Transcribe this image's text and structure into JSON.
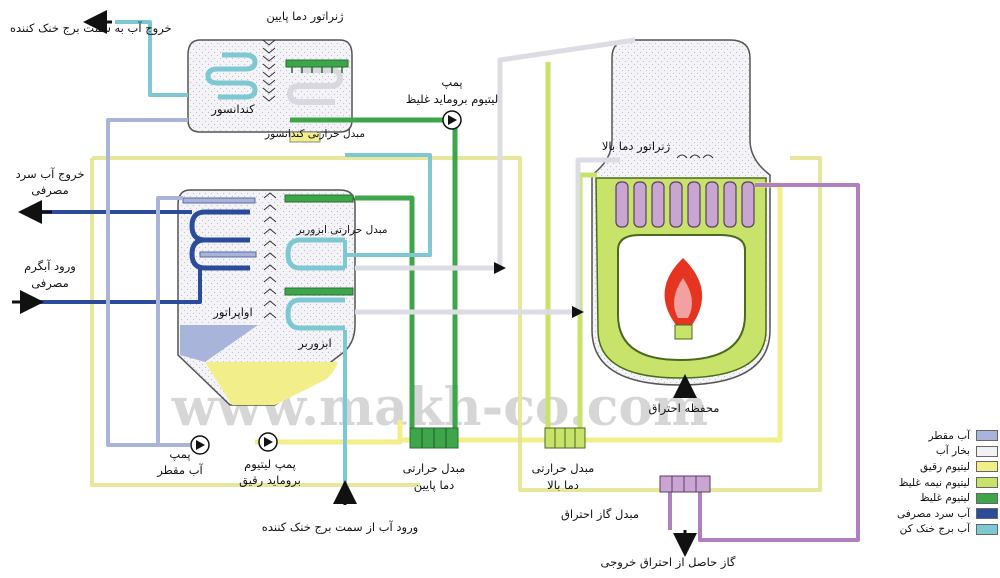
{
  "colors": {
    "condensate": "#a9b4db",
    "vapor": "#e8e8ee",
    "weak_libr": "#f2ef8a",
    "medium_libr": "#c7e36a",
    "strong_libr": "#3ea64a",
    "chilled_water": "#2c4b9a",
    "cooling_water": "#7ec8d4",
    "exhaust_gas": "#b07fc0",
    "flame_red": "#e53420",
    "vessel_outline": "#555555"
  },
  "labels": {
    "cooling_out": "خروج آب به سمت برج خنک کننده",
    "low_gen": "ژنراتور دما پایین",
    "pump_strong_1": "پمپ",
    "pump_strong_2": "لیتیوم برومايد غلیظ",
    "condenser": "کندانسور",
    "cond_hx": "مبدل حرارتی کندانسور",
    "high_gen": "ژنراتور دما بالا",
    "chilled_out_1": "خروج آب سرد",
    "chilled_out_2": "مصرفی",
    "hot_in_1": "ورود آبگرم",
    "hot_in_2": "مصرفی",
    "absorber_hx": "مبدل حرارتی ابزوربر",
    "evaporator": "اواپراتور",
    "absorber": "ابزوربر",
    "combustion_chamber": "محفظه احتراق",
    "pump_cond_1": "پمپ",
    "pump_cond_2": "آب مقطر",
    "pump_weak_1": "پمپ لیتیوم",
    "pump_weak_2": "برومايد رقیق",
    "low_hx_1": "مبدل حرارتی",
    "low_hx_2": "دما پایین",
    "high_hx_1": "مبدل حرارتی",
    "high_hx_2": "دما بالا",
    "flue_hx": "مبدل گاز احتراق",
    "cooling_in": "ورود آب از سمت برج خنک کننده",
    "flue_out": "گاز حاصل از احتراق خروجی",
    "watermark": "www.makh-co.com"
  },
  "legend": [
    {
      "label": "آب مقطر",
      "color": "#a9b4db"
    },
    {
      "label": "بخار آب",
      "color": "#f2f2f5"
    },
    {
      "label": "لیتیوم رقیق",
      "color": "#f2ef8a"
    },
    {
      "label": "لیتیوم نیمه غلیظ",
      "color": "#c7e36a"
    },
    {
      "label": "لیتیوم غلیظ",
      "color": "#3ea64a"
    },
    {
      "label": "آب سرد مصرفی",
      "color": "#2c4b9a"
    },
    {
      "label": "آب برج خنک کن",
      "color": "#7ec8d4"
    }
  ]
}
